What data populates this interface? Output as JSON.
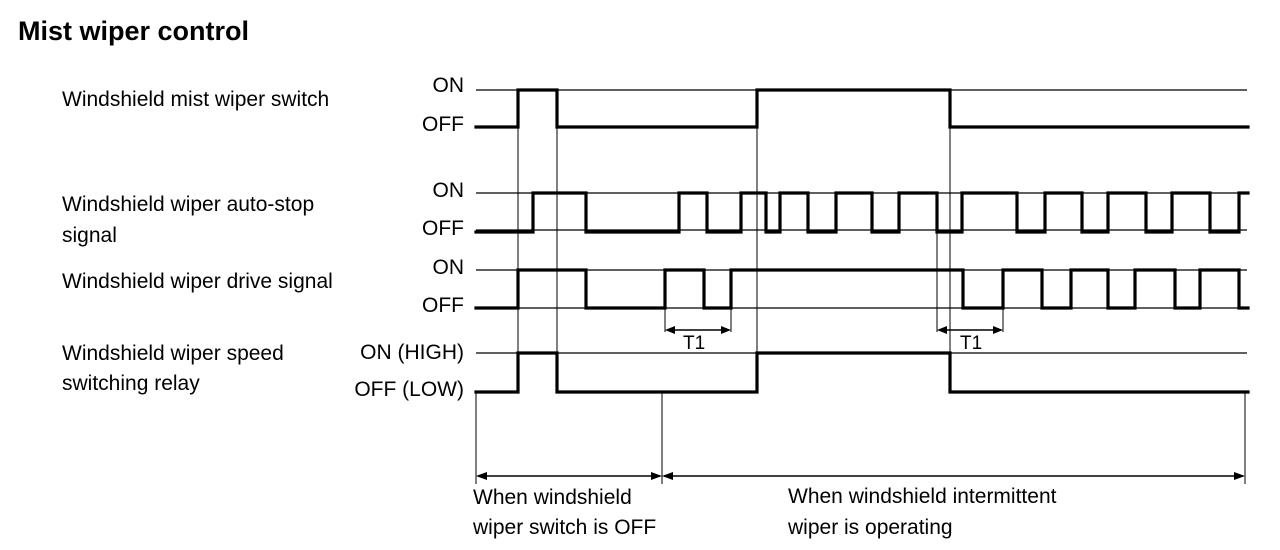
{
  "title": "Mist wiper control",
  "signals": [
    {
      "id": "mist-switch",
      "label_lines": [
        "Windshield mist wiper switch"
      ],
      "on_label": "ON",
      "off_label": "OFF",
      "transitions": [
        518,
        557,
        757,
        950
      ],
      "initial": 0
    },
    {
      "id": "auto-stop",
      "label_lines": [
        "Windshield wiper auto-stop",
        "signal"
      ],
      "on_label": "ON",
      "off_label": "OFF",
      "transitions": [
        533,
        586,
        679,
        707,
        741,
        766,
        780,
        808,
        836,
        872,
        899,
        937,
        962,
        1017,
        1045,
        1082,
        1108,
        1146,
        1172,
        1210,
        1239
      ],
      "initial": 0
    },
    {
      "id": "drive",
      "label_lines": [
        "Windshield wiper drive signal"
      ],
      "on_label": "ON",
      "off_label": "OFF",
      "transitions": [
        518,
        586,
        665,
        704,
        731,
        963,
        1003,
        1042,
        1071,
        1108,
        1135,
        1175,
        1200,
        1239
      ],
      "initial": 0
    },
    {
      "id": "speed-relay",
      "label_lines": [
        "Windshield wiper speed",
        "switching relay"
      ],
      "on_label": "ON (HIGH)",
      "off_label": "OFF (LOW)",
      "transitions": [
        518,
        557,
        757,
        950
      ],
      "initial": 0
    }
  ],
  "timing": {
    "t1_label": "T1"
  },
  "conditions": [
    {
      "lines": [
        "When windshield",
        "wiper switch is OFF"
      ]
    },
    {
      "lines": [
        "When windshield intermittent",
        "wiper is operating"
      ]
    }
  ]
}
